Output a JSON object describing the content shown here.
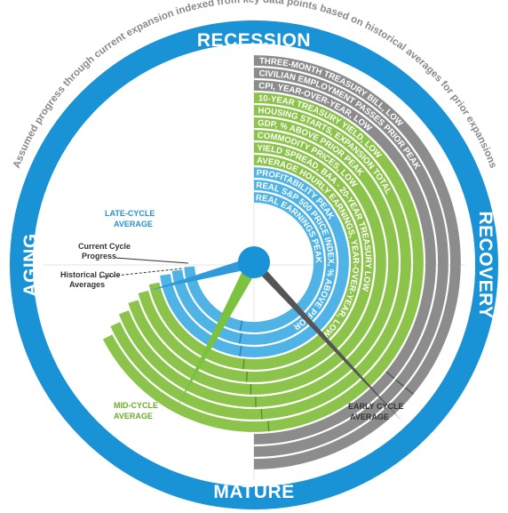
{
  "subtitle": "Assumed progress through current expansion indexed from key data points based on historical averages for prior expansions",
  "phases": {
    "top": "RECESSION",
    "right": "RECOVERY",
    "bottom": "MATURE",
    "left": "AGING"
  },
  "indicators": [
    {
      "label": "THREE-MONTH TREASURY BILL, LOW",
      "group": "gray",
      "sweep_deg": 180
    },
    {
      "label": "CIVILIAN EMPLOYMENT PASSES PRIOR PEAK",
      "group": "gray",
      "sweep_deg": 180
    },
    {
      "label": "CPI, YEAR-OVER-YEAR, LOW",
      "group": "gray",
      "sweep_deg": 180
    },
    {
      "label": "10-YEAR TREASURY YIELD, LOW",
      "group": "green",
      "sweep_deg": 243
    },
    {
      "label": "HOUSING STARTS, EXPANSION TOTAL",
      "group": "green",
      "sweep_deg": 246
    },
    {
      "label": "GDP, % ABOVE PRIOR PEAK",
      "group": "green",
      "sweep_deg": 249
    },
    {
      "label": "COMMODITY PRICES, LOW",
      "group": "green",
      "sweep_deg": 252
    },
    {
      "label": "YIELD SPREAD, BAA - 20-YEAR TREASURY LOW",
      "group": "green",
      "sweep_deg": 255
    },
    {
      "label": "AVERAGE HOURLY EARNINGS, YEAR-OVER-YEAR, LOW",
      "group": "green",
      "sweep_deg": 258
    },
    {
      "label": "PROFITABILITY PEAK",
      "group": "blue",
      "sweep_deg": 262
    },
    {
      "label": "REAL S&P 500 PRICE INDEX, % ABOVE PRIOR PEAK",
      "group": "blue",
      "sweep_deg": 264
    },
    {
      "label": "REAL EARNINGS PEAK",
      "group": "blue",
      "sweep_deg": 266
    }
  ],
  "hands": {
    "late_cycle": {
      "label_line1": "LATE-CYCLE",
      "label_line2": "AVERAGE",
      "angle_deg": 255
    },
    "mid_cycle": {
      "label_line1": "MID-CYCLE",
      "label_line2": "AVERAGE",
      "angle_deg": 208
    },
    "early_cycle": {
      "label_line1": "EARLY CYCLE",
      "label_line2": "AVERAGE",
      "angle_deg": 137
    }
  },
  "legend": {
    "current_line1": "Current Cycle",
    "current_line2": "Progress",
    "historical_line1": "Historical Cycle",
    "historical_line2": "Averages"
  },
  "colors": {
    "ring_blue": "#1a92d6",
    "gray": "#8c8c8c",
    "green": "#8cc34a",
    "blue_band": "#4fb3e6",
    "late_hand": "#2f9ad8",
    "mid_hand": "#7cc241",
    "early_hand": "#555555",
    "hub": "#1a92d6",
    "label_blue": "#2a8fd0",
    "label_green": "#6aab2c"
  }
}
